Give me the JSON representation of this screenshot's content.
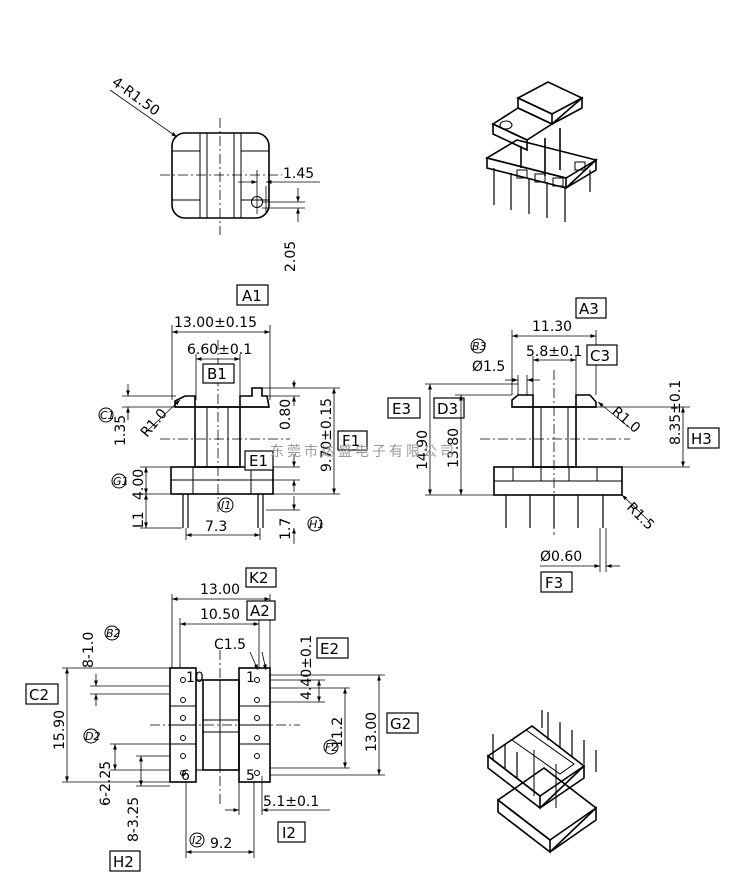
{
  "watermark": "东莞市达盛电子有限公司",
  "top_view": {
    "radius": "4-R1.50",
    "dim_1": "1.45",
    "dim_2": "2.05"
  },
  "front_view": {
    "A1": "A1",
    "w_total": "13.00±0.15",
    "w_inner": "6.60±0.1",
    "B1": "B1",
    "C1": "C1",
    "r": "R1.0",
    "h1": "1.35",
    "flange": "0.80",
    "height": "9.70±0.15",
    "F1": "F1",
    "E1": "E1",
    "G1": "G1",
    "base": "4.00",
    "L1": "L1",
    "I1": "I1",
    "pitch": "7.3",
    "pin_len": "1.7",
    "H1": "H1"
  },
  "side_view": {
    "A3": "A3",
    "w": "11.30",
    "B3": "B3",
    "hole": "Ø1.5",
    "slot": "5.8±0.1",
    "C3": "C3",
    "E3": "E3",
    "D3": "D3",
    "h_total": "14.90",
    "h_body": "13.80",
    "r": "R1.0",
    "H3": "H3",
    "h_top": "8.35±0.1",
    "r2": "R1.5",
    "pin_d": "Ø0.60",
    "F3": "F3"
  },
  "bottom_view": {
    "w_total": "13.00",
    "K2": "K2",
    "w_inner": "10.50",
    "A2": "A2",
    "chamfer": "C1.5",
    "slots": "8-1.0",
    "B2": "B2",
    "pin_row": "4.40±0.1",
    "E2": "E2",
    "C2": "C2",
    "h": "15.90",
    "D2": "D2",
    "g1": "6-2.25",
    "g2": "8-3.25",
    "H2": "H2",
    "F2": "F2",
    "inner_h": "11.2",
    "outer_h": "13.00",
    "G2": "G2",
    "pin1": "1",
    "pin10": "10",
    "pin5": "5",
    "pin6": "6",
    "pitch": "5.1±0.1",
    "I2": "I2",
    "span": "9.2"
  }
}
